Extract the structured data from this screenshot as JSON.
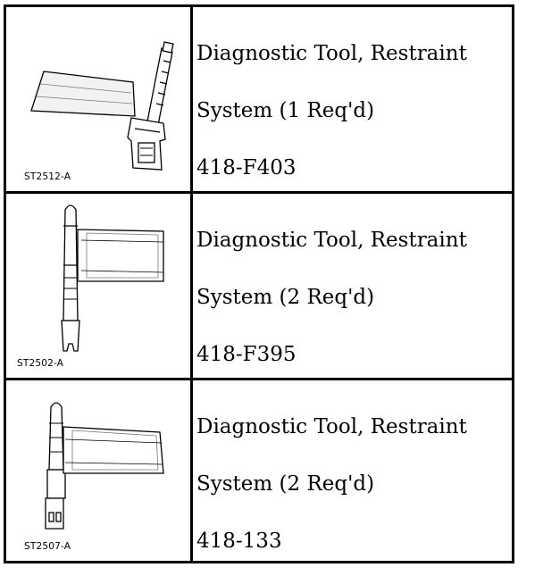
{
  "tools": [
    {
      "figure_code": "ST2512-A",
      "name_line1": "Diagnostic Tool, Restraint",
      "name_line2": "System (1 Req'd)",
      "part_number": "418-F403",
      "illustration": "restraint-diagnostic-tool-icon"
    },
    {
      "figure_code": "ST2502-A",
      "name_line1": "Diagnostic Tool, Restraint",
      "name_line2": "System (2 Req'd)",
      "part_number": "418-F395",
      "illustration": "restraint-diagnostic-tool-icon"
    },
    {
      "figure_code": "ST2507-A",
      "name_line1": "Diagnostic Tool, Restraint",
      "name_line2": "System (2 Req'd)",
      "part_number": "418-133",
      "illustration": "restraint-diagnostic-tool-icon"
    }
  ]
}
